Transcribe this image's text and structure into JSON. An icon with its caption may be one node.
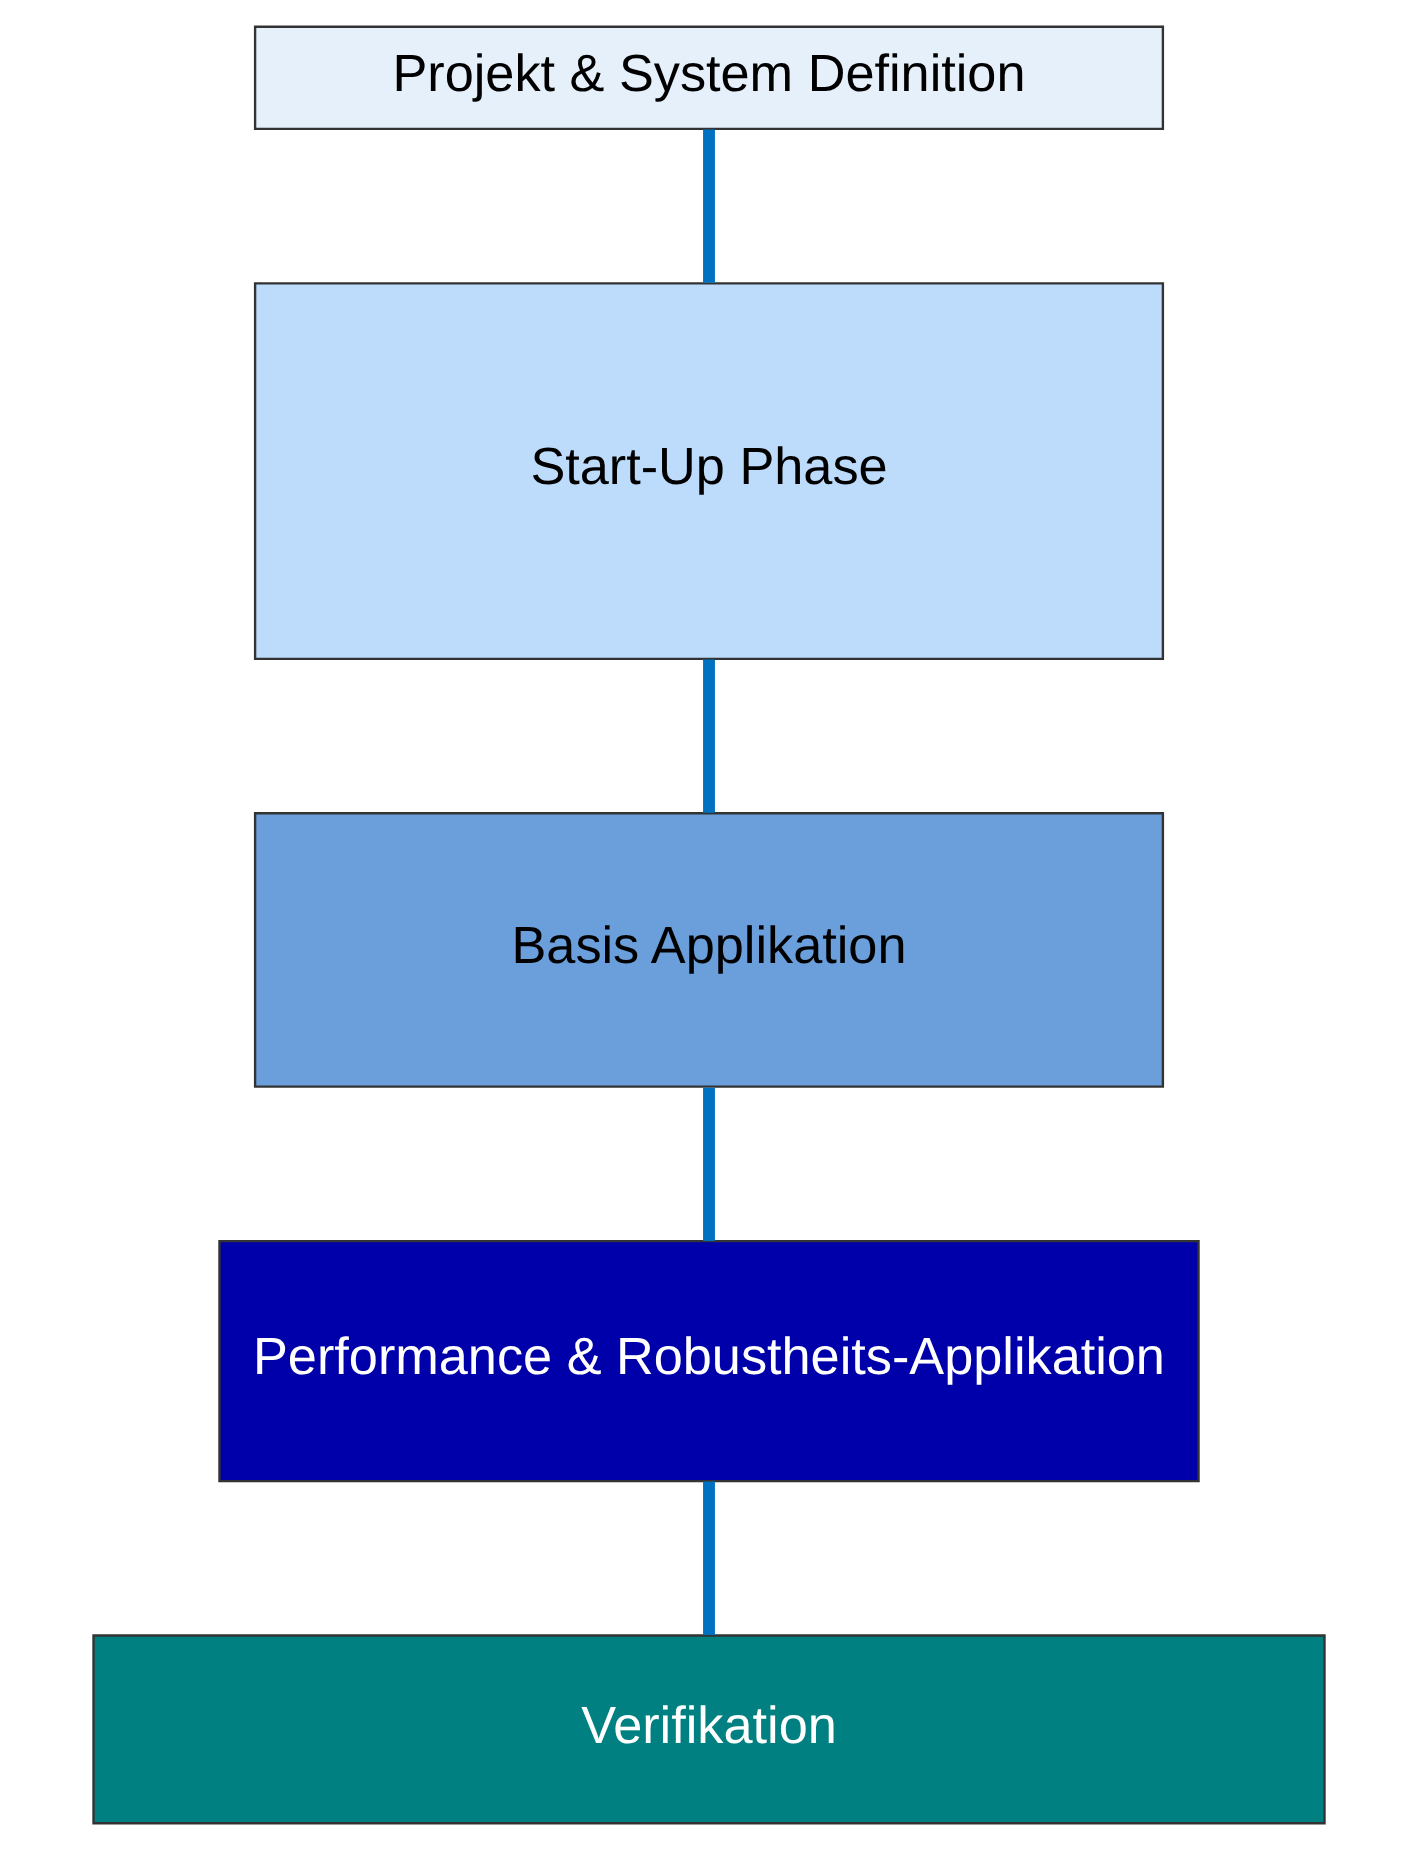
{
  "diagram": {
    "nodes": [
      {
        "text": [
          "Projekt & System Definition"
        ]
      },
      {
        "text": [
          "Start-Up Phase"
        ]
      },
      {
        "text": [
          "Basis Applikation"
        ]
      },
      {
        "text": [
          "Performance & Robustheits-Applikation"
        ]
      },
      {
        "text": [
          "Verifikation"
        ]
      }
    ],
    "edges": [
      {
        "from": 0,
        "to": 1,
        "arrow": "none"
      },
      {
        "from": 1,
        "to": 2,
        "arrow": "none"
      },
      {
        "from": 2,
        "to": 3,
        "arrow": "none"
      },
      {
        "from": 3,
        "to": 4,
        "arrow": "none"
      }
    ]
  }
}
